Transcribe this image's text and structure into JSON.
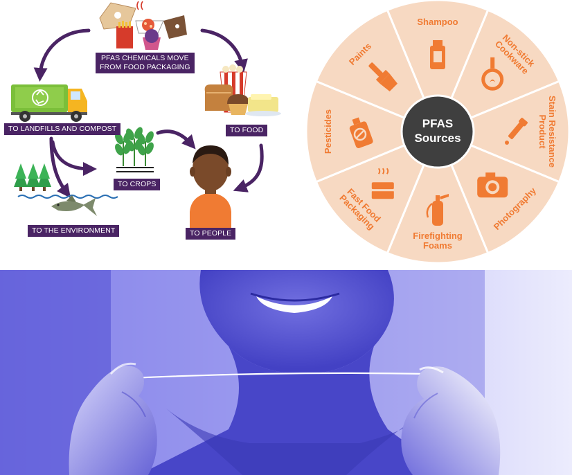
{
  "flow": {
    "source_label_line1": "PFAS CHEMICALS MOVE",
    "source_label_line2": "FROM FOOD PACKAGING",
    "to_landfills": "TO LANDFILLS AND COMPOST",
    "to_food": "TO FOOD",
    "to_crops": "TO CROPS",
    "to_environment": "TO THE ENVIRONMENT",
    "to_people": "TO PEOPLE"
  },
  "wheel": {
    "center_line1": "PFAS",
    "center_line2": "Sources",
    "segments": [
      {
        "line1": "Shampoo",
        "line2": "",
        "icon": "shampoo-bottle-icon"
      },
      {
        "line1": "Non-stick",
        "line2": "Cookware",
        "icon": "frying-pan-icon"
      },
      {
        "line1": "Stain Resistance",
        "line2": "Product",
        "icon": "dropper-icon"
      },
      {
        "line1": "Photography",
        "line2": "",
        "icon": "camera-icon"
      },
      {
        "line1": "Firefighting",
        "line2": "Foams",
        "icon": "fire-extinguisher-icon"
      },
      {
        "line1": "Fast Food",
        "line2": "Packaging",
        "icon": "food-container-icon"
      },
      {
        "line1": "Pesticides",
        "line2": "",
        "icon": "spray-can-icon"
      },
      {
        "line1": "Paints",
        "line2": "",
        "icon": "paint-brush-icon"
      }
    ],
    "colors": {
      "fill": "#f7d9c2",
      "accent": "#f07b33",
      "center": "#3f3f3f",
      "divider": "#ffffff"
    }
  },
  "colors": {
    "tag": "#4a2464",
    "arrow": "#4a2464",
    "photo_tint": "#5a57d6"
  }
}
